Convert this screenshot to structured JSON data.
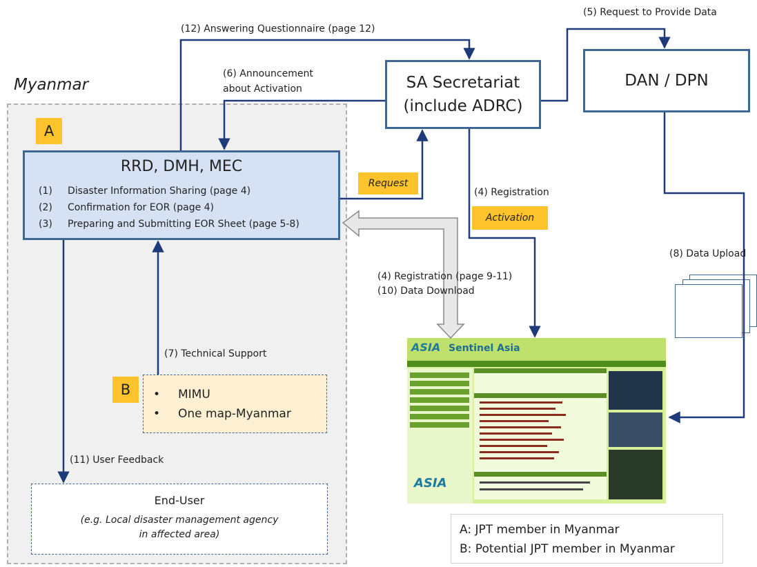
{
  "region": {
    "label": "Myanmar"
  },
  "badges": {
    "a": "A",
    "b": "B"
  },
  "rrd": {
    "title": "RRD, DMH, MEC",
    "items": [
      {
        "num": "(1)",
        "text": "Disaster Information Sharing (page 4)"
      },
      {
        "num": "(2)",
        "text": "Confirmation for EOR (page 4)"
      },
      {
        "num": "(3)",
        "text": "Preparing and Submitting EOR Sheet (page 5-8)"
      }
    ]
  },
  "mimu": {
    "items": [
      "MIMU",
      "One map-Myanmar"
    ],
    "bullet": "•"
  },
  "end_user": {
    "title": "End-User",
    "sub_line1": "(e.g. Local disaster management agency",
    "sub_line2": "in affected area)"
  },
  "sa": {
    "line1": "SA Secretariat",
    "line2": "(include ADRC)"
  },
  "dan": {
    "label": "DAN / DPN"
  },
  "tags": {
    "request": "Request",
    "activation": "Activation"
  },
  "labels": {
    "answering": "(12) Answering Questionnaire (page 12)",
    "request_data": "(5) Request to Provide Data",
    "announcement_1": "(6) Announcement",
    "announcement_2": "about Activation",
    "registration": "(4) Registration",
    "registration_page": "(4) Registration (page 9-11)",
    "data_download": "(10) Data Download",
    "data_upload": "(8) Data Upload",
    "technical": "(7) Technical Support",
    "feedback": "(11) User Feedback"
  },
  "website": {
    "logo": "ASIA",
    "name": "Sentinel Asia"
  },
  "legend": {
    "a": "A: JPT member in Myanmar",
    "b": "B: Potential JPT member in Myanmar"
  },
  "colors": {
    "box_border": "#3f6793",
    "badge": "#fcc32c",
    "arrow": "#1f3a78"
  }
}
